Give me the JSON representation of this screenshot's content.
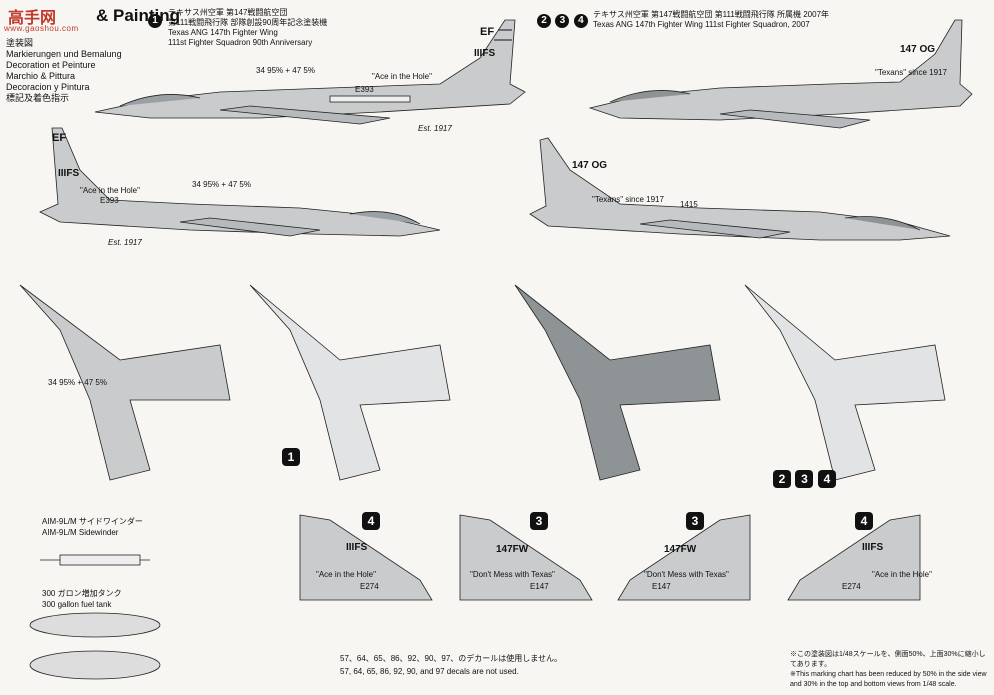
{
  "brand": {
    "name": "高手网",
    "url": "www.gaoshou.com"
  },
  "legend": {
    "title": "& Painting",
    "lines": [
      "塗装図",
      "Markierungen und Bemalung",
      "Decoration et Peinture",
      "Marchio & Pittura",
      "Decoracion y Pintura",
      "標記及着色指示"
    ]
  },
  "scheme1": {
    "badge": "1",
    "ja1": "テキサス州空軍 第147戦闘航空団",
    "ja2": "第111戦闘飛行隊 部隊創設90周年記念塗装機",
    "en1": "Texas ANG 147th Fighter Wing",
    "en2": "111st Fighter Squadron 90th Anniversary",
    "mix": "34 95% + 47 5%"
  },
  "scheme234": {
    "badges": [
      "2",
      "3",
      "4"
    ],
    "ja": "テキサス州空軍 第147戦闘航空団 第111戦闘飛行隊 所属機 2007年",
    "en": "Texas ANG 147th Fighter Wing 111st Fighter Squadron, 2007"
  },
  "labels": {
    "tail_ef": "EF",
    "tail_iiifs": "IIIFS",
    "tail_147og": "147 OG",
    "tail_147fw": "147FW",
    "est": "Est. 1917",
    "ace": "\"Ace in the Hole\"",
    "texans": "\"Texans\" since 1917",
    "serial_a": "E393",
    "serial_b": "1415",
    "serial_c": "E147",
    "serial_d": "E274",
    "dont_mess": "\"Don't Mess with Texas\""
  },
  "weapons": {
    "aim9_ja": "AIM-9L/M サイドワインダー",
    "aim9_en": "AIM-9L/M Sidewinder",
    "tank_ja": "300 ガロン増加タンク",
    "tank_en": "300 gallon fuel tank"
  },
  "notes": {
    "ja": "57、64、65、86、92、90、97、のデカールは使用しません。",
    "en": "57, 64, 65, 86, 92, 90, and 97 decals are not used."
  },
  "scale_note": {
    "ja": "※この塗装図は1/48スケールを、側面50%、上面30%に縮小してあります。",
    "en": "※This marking chart has been reduced by 50% in the side view and 30% in the top and bottom views from 1/48 scale."
  },
  "colors": {
    "camo_light": "#c9cbcc",
    "camo_dark": "#8e9396",
    "ink": "#111111"
  }
}
